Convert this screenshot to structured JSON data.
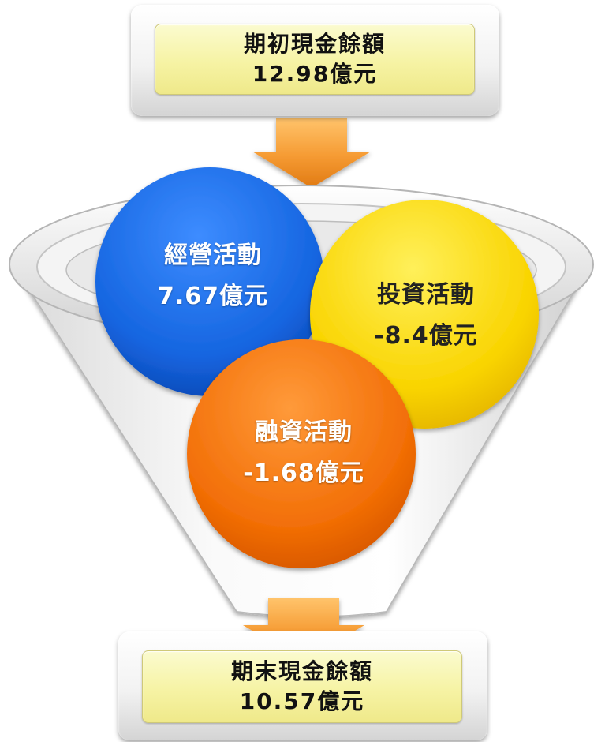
{
  "start_cash": {
    "label": "期初現金餘額",
    "value": "12.98億元"
  },
  "activities": {
    "operating": {
      "label": "經營活動",
      "value": "7.67億元",
      "color": "#1a66e6"
    },
    "investing": {
      "label": "投資活動",
      "value": "-8.4億元",
      "color": "#f7d200"
    },
    "financing": {
      "label": "融資活動",
      "value": "-1.68億元",
      "color": "#f06d06"
    }
  },
  "end_cash": {
    "label": "期末現金餘額",
    "value": "10.57億元"
  },
  "colors": {
    "box_fill": "#f6f3a4",
    "arrow": "#f59a32",
    "funnel": "#e8e8e8"
  }
}
